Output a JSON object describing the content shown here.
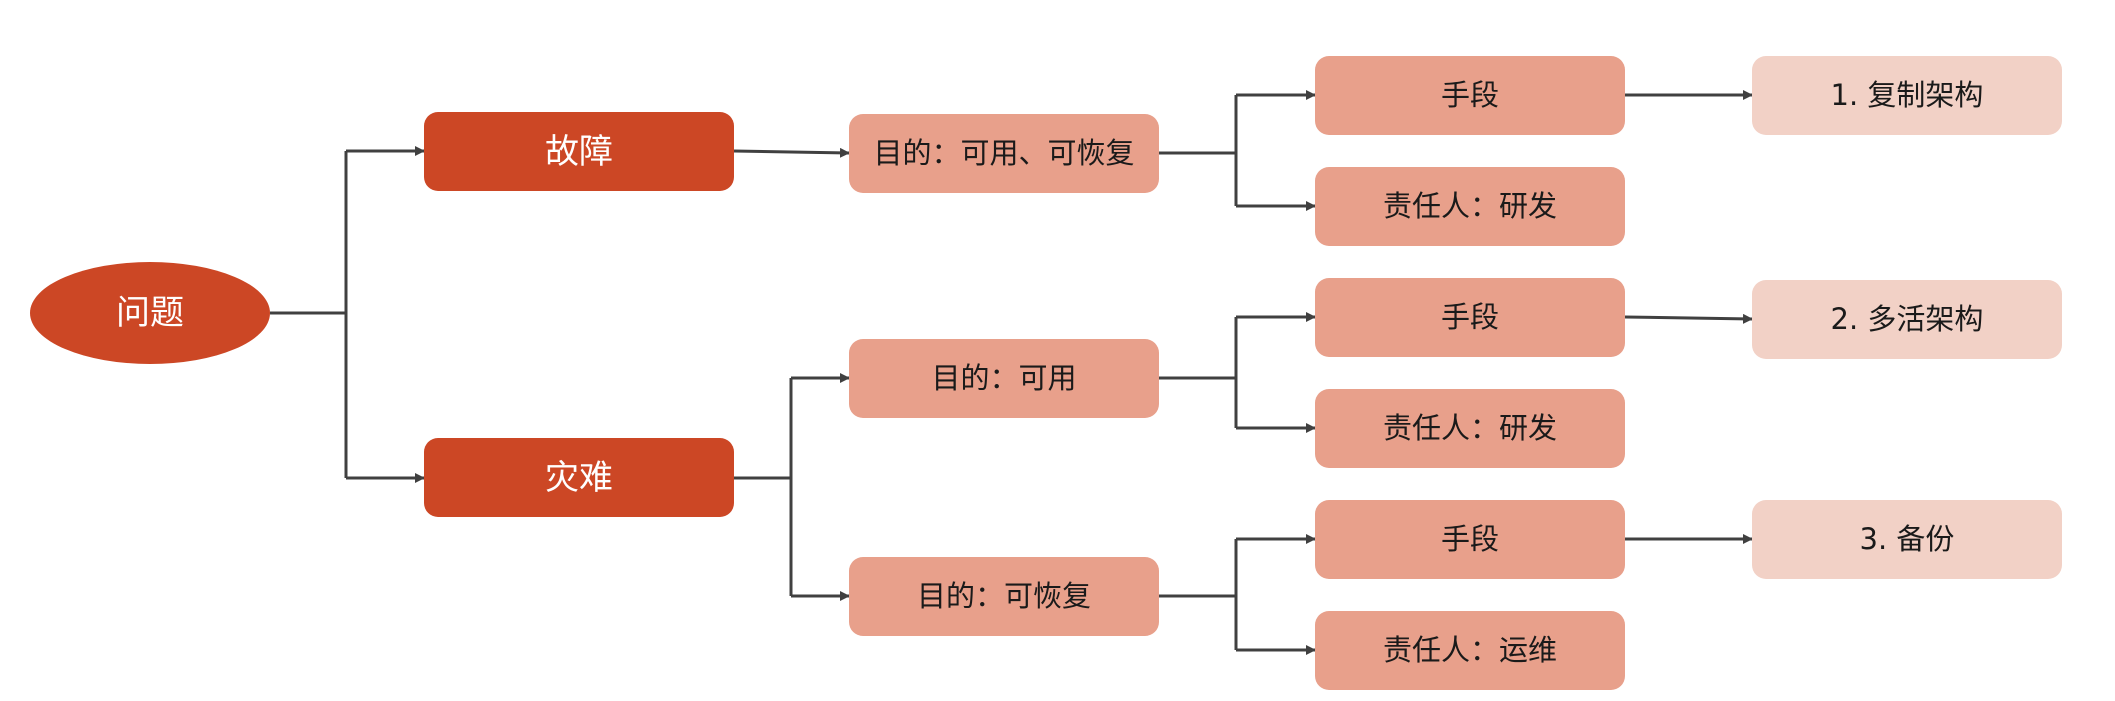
{
  "colors": {
    "dark": "#cc4725",
    "medium": "#e8a08b",
    "light": "#f2d1c6",
    "line": "#404040",
    "text_light": "#ffffff",
    "text_dark": "#1a1a1a"
  },
  "nodes": {
    "root": {
      "label": "问题"
    },
    "fault": {
      "label": "故障"
    },
    "disaster": {
      "label": "灾难"
    },
    "goal_fault": {
      "label": "目的：可用、可恢复"
    },
    "goal_avail": {
      "label": "目的：可用"
    },
    "goal_recover": {
      "label": "目的：可恢复"
    },
    "means_1": {
      "label": "手段"
    },
    "owner_1": {
      "label": "责任人：研发"
    },
    "means_2": {
      "label": "手段"
    },
    "owner_2": {
      "label": "责任人：研发"
    },
    "means_3": {
      "label": "手段"
    },
    "owner_3": {
      "label": "责任人：运维"
    },
    "solution_1": {
      "label": "1. 复制架构"
    },
    "solution_2": {
      "label": "2. 多活架构"
    },
    "solution_3": {
      "label": "3. 备份"
    }
  }
}
